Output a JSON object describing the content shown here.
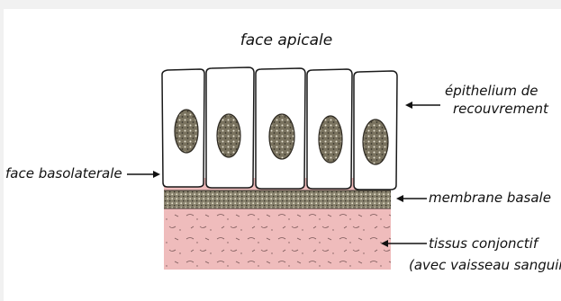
{
  "labels": {
    "face_apicale": "face apicale",
    "epithelium_line1": "épithelium de",
    "epithelium_line2": "recouvrement",
    "face_basolaterale": "face basolaterale",
    "membrane_basale": "membrane basale",
    "tissus_line1": "tissus conjonctif",
    "tissus_line2": "(avec vaisseau sanguin)"
  },
  "colors": {
    "background": "#f1f1f1",
    "card": "#ffffff",
    "cell_fill": "#ffffff",
    "outline": "#1a1a1a",
    "nucleus": "#6e6858",
    "membrane_basale": "#7d7866",
    "tissus_conjonctif": "#efbcbc"
  },
  "cell_count": 5
}
